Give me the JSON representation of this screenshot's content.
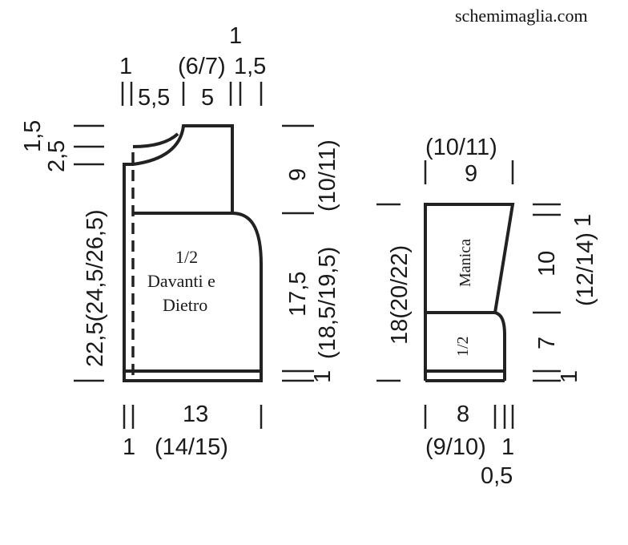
{
  "watermark": "schemimaglia.com",
  "body_piece": {
    "label_line1": "1/2",
    "label_line2": "Davanti e",
    "label_line3": "Dietro",
    "top": {
      "neck_edge": "1",
      "shoulder_offset": "1",
      "neck_width": "5,5",
      "shoulder_alt": "(6/7)",
      "shoulder_width": "5",
      "armhole_edge": "1,5"
    },
    "left": {
      "neck_drop_1": "1,5",
      "neck_drop_2": "2,5",
      "total_height": "22,5(24,5/26,5)"
    },
    "right": {
      "armhole_height": "9",
      "armhole_height_alt": "(10/11)",
      "body_height": "17,5",
      "body_height_alt": "(18,5/19,5)",
      "hem": "1"
    },
    "bottom": {
      "edge": "1",
      "width": "13",
      "width_alt": "(14/15)"
    }
  },
  "sleeve_piece": {
    "label_main": "Manica",
    "label_half": "1/2",
    "top": {
      "width_alt": "(10/11)",
      "width": "9"
    },
    "left": {
      "total_height": "18(20/22)"
    },
    "right": {
      "top_edge": "1",
      "upper_height": "10",
      "upper_height_alt": "(12/14)",
      "lower_height": "7",
      "hem": "1"
    },
    "bottom": {
      "width": "8",
      "width_alt": "(9/10)",
      "edge": "1",
      "edge_small": "0,5"
    }
  }
}
